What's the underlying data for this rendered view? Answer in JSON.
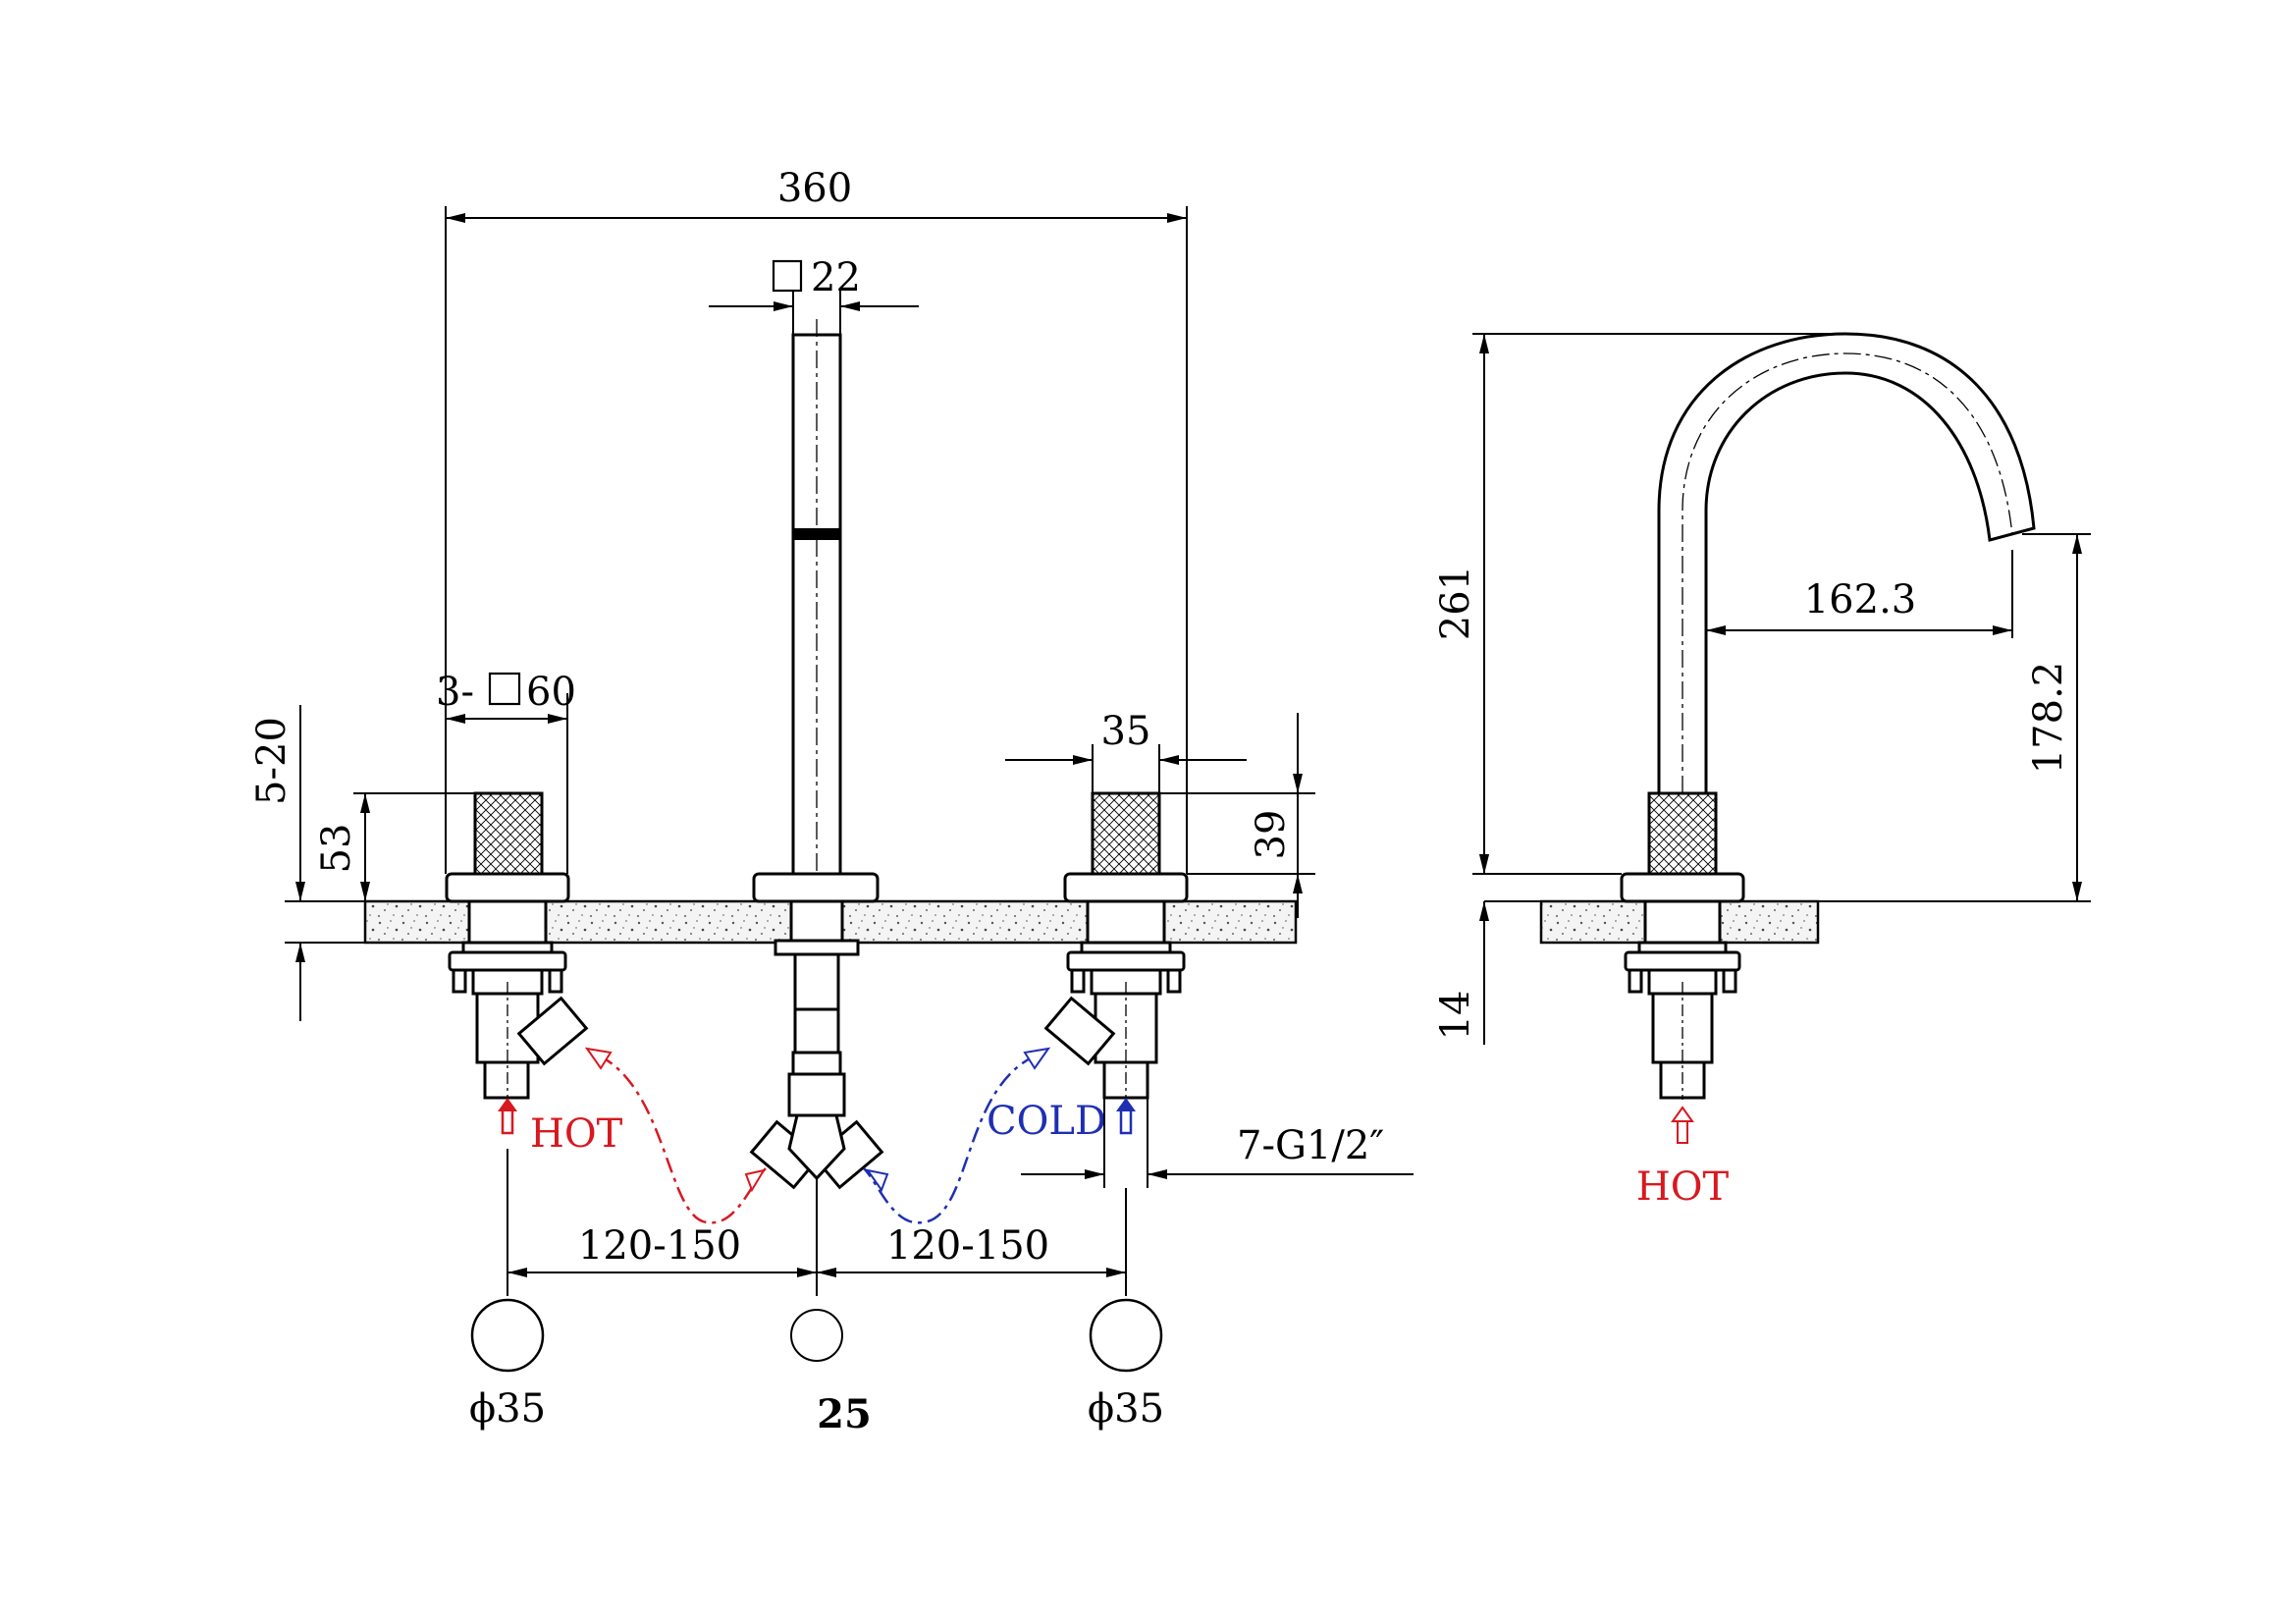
{
  "colors": {
    "line": "#000000",
    "hot": "#d71920",
    "cold": "#1f2fb3",
    "counter": "#f2f2f2"
  },
  "dims": {
    "overall_width": "360",
    "spout_square": "22",
    "handle_square": "3-",
    "handle_square_size": "60",
    "deck_range": "5-20",
    "handle_height": "53",
    "handle_width": "35",
    "handle_top": "39",
    "spout_height": "261",
    "spout_reach": "162.3",
    "spout_outlet_height": "178.2",
    "below_deck": "14",
    "thread": "7-G1/2″",
    "spacing_left": "120-150",
    "spacing_right": "120-150",
    "hole_left": "ϕ35",
    "hole_center": "25",
    "hole_right": "ϕ35"
  },
  "labels": {
    "hot": "HOT",
    "cold": "COLD",
    "hot_side": "HOT"
  }
}
